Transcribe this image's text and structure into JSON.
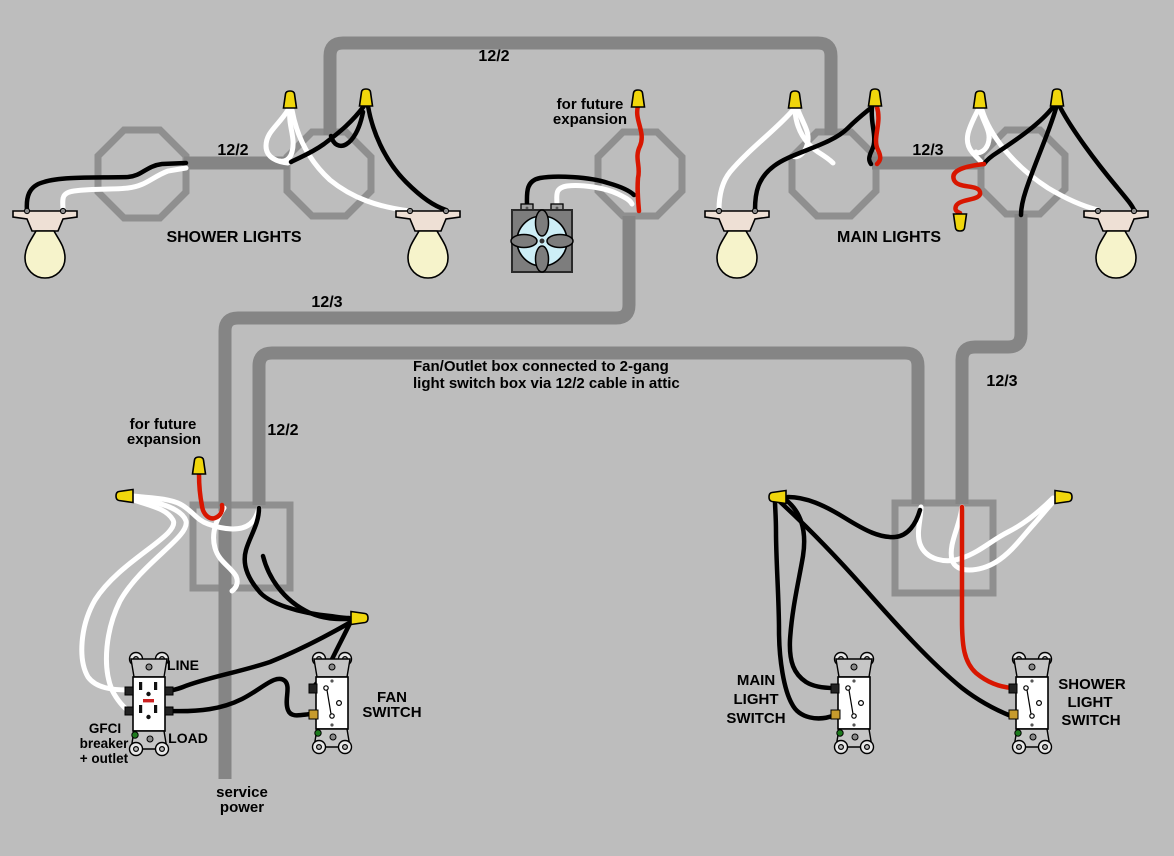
{
  "colors": {
    "background": "#bdbdbd",
    "cable": "#858585",
    "box_outline": "#8f8f8f",
    "wire_black": "#000000",
    "wire_white": "#ffffff",
    "wire_red": "#d81600",
    "wire_nut": "#f0d60c",
    "bulb_glass": "#f6f3cb",
    "bulb_holder": "#eee0d5",
    "fan_body": "#7d7d7d",
    "fan_hub": "#cdeef6",
    "device_strap": "#c6c6c6",
    "text": "#000000"
  },
  "cables": {
    "top_attic": "12/2",
    "shower_link": "12/2",
    "main_link": "12/3",
    "left_switch_run": "12/3",
    "attic_run": "12/2",
    "right_switch_run": "12/3"
  },
  "sections": {
    "shower_lights": "SHOWER LIGHTS",
    "main_lights": "MAIN LIGHTS"
  },
  "notes": {
    "future_top_line1": "for future",
    "future_top_line2": "expansion",
    "future_left_line1": "for future",
    "future_left_line2": "expansion",
    "annotation_line1": "Fan/Outlet box connected to 2-gang",
    "annotation_line2": "light switch box via 12/2 cable in attic",
    "service_line1": "service",
    "service_line2": "power"
  },
  "devices": {
    "gfci_line1": "GFCI",
    "gfci_line2": "breaker",
    "gfci_line3": "+ outlet",
    "line_label": "LINE",
    "load_label": "LOAD",
    "fan_switch_line1": "FAN",
    "fan_switch_line2": "SWITCH",
    "main_switch_line1": "MAIN",
    "main_switch_line2": "LIGHT",
    "main_switch_line3": "SWITCH",
    "shower_switch_line1": "SHOWER",
    "shower_switch_line2": "LIGHT",
    "shower_switch_line3": "SWITCH"
  }
}
